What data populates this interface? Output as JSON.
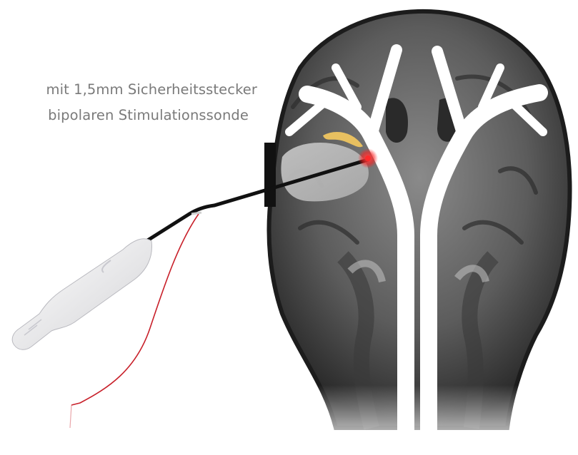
{
  "caption": {
    "line1": "mit 1,5mm Sicherheitsstecker",
    "line2": "bipolaren Stimulationssonde"
  },
  "colors": {
    "background": "#ffffff",
    "caption_text": "#7a7a7a",
    "cable": "#c8202a",
    "probe_shaft": "#111111",
    "tip_glow": "#ff3030",
    "target_region": "#e8c060"
  },
  "illustration": {
    "subject": "coronal MRI of head with white ventricle/brainstem overlay",
    "device": "bipolar stimulation probe with white handle and red cable"
  }
}
